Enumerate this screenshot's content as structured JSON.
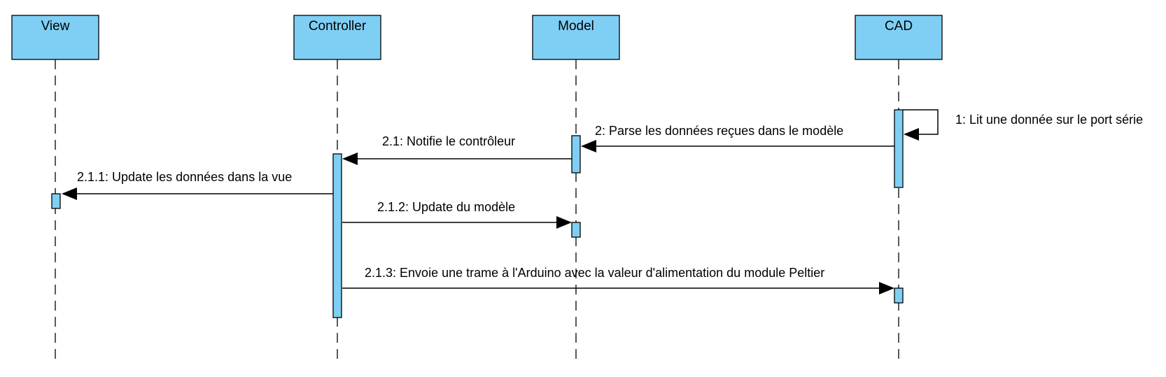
{
  "diagram": {
    "type": "uml-sequence",
    "colors": {
      "box_fill": "#7fcff5",
      "stroke": "#000000"
    },
    "lifelines": [
      {
        "id": "view",
        "label": "View"
      },
      {
        "id": "controller",
        "label": "Controller"
      },
      {
        "id": "model",
        "label": "Model"
      },
      {
        "id": "cad",
        "label": "CAD"
      }
    ],
    "messages": [
      {
        "id": "m1",
        "from": "cad",
        "to": "cad",
        "label": "1: Lit une donnée sur le port série"
      },
      {
        "id": "m2",
        "from": "cad",
        "to": "model",
        "label": "2: Parse les données reçues dans le modèle"
      },
      {
        "id": "m21",
        "from": "model",
        "to": "controller",
        "label": "2.1: Notifie le contrôleur"
      },
      {
        "id": "m211",
        "from": "controller",
        "to": "view",
        "label": "2.1.1: Update les données dans la vue"
      },
      {
        "id": "m212",
        "from": "controller",
        "to": "model",
        "label": "2.1.2: Update du modèle"
      },
      {
        "id": "m213",
        "from": "controller",
        "to": "cad",
        "label": "2.1.3: Envoie une trame à l'Arduino avec la valeur d'alimentation du module Peltier"
      }
    ]
  }
}
